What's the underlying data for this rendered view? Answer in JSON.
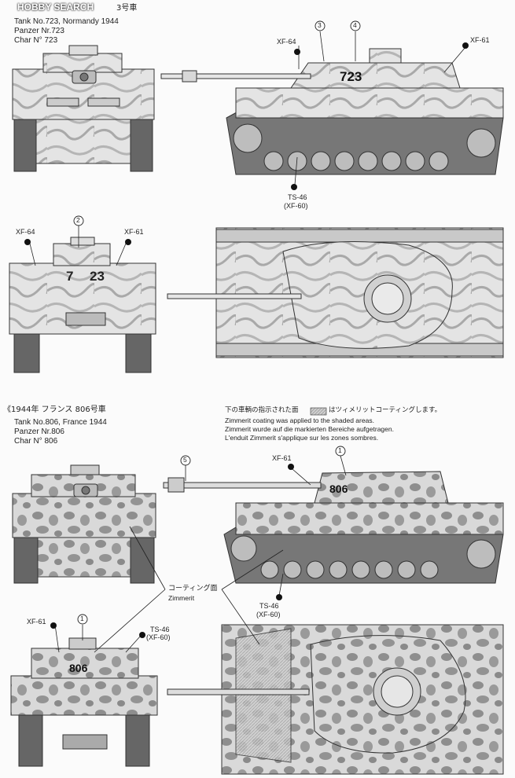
{
  "watermark": {
    "brand": "HOBBY SEARCH"
  },
  "section1": {
    "caption_jp_tail": "3号車",
    "caption_en": "Tank No.723, Normandy 1944",
    "caption_de": "Panzer Nr.723",
    "caption_fr": "Char N° 723",
    "hull_number": "723",
    "turret_number": "7",
    "turret_number2": "23",
    "callouts": {
      "c3": "3",
      "c4": "4",
      "c2": "2"
    },
    "paints": {
      "xf64_side": "XF-64",
      "xf61_side": "XF-61",
      "ts46": "TS-46",
      "xf60": "(XF-60)",
      "xf64_rear": "XF-64",
      "xf61_rear": "XF-61"
    }
  },
  "section2": {
    "caption_jp": "《1944年 フランス 806号車",
    "caption_en": "Tank No.806, France 1944",
    "caption_de": "Panzer Nr.806",
    "caption_fr": "Char N° 806",
    "hull_number": "806",
    "callouts": {
      "c1": "1",
      "c5": "5",
      "c1b": "1"
    },
    "paints": {
      "xf61_side": "XF-61",
      "ts46": "TS-46",
      "xf60": "(XF-60)",
      "xf61_rear": "XF-61",
      "ts46_rear": "TS-46",
      "xf60_rear": "(XF-60)"
    },
    "zimmerit_jp": "コーティング面",
    "zimmerit_en": "Zimmerit"
  },
  "note": {
    "jp_a": "下の車輌の指示された面",
    "jp_b": "はツィメリットコーティングします。",
    "en": "Zimmerit coating was applied to the shaded areas.",
    "de": "Zimmerit wurde auf die markierten Bereiche aufgetragen.",
    "fr": "L'enduit Zimmerit s'applique sur les zones sombres."
  }
}
